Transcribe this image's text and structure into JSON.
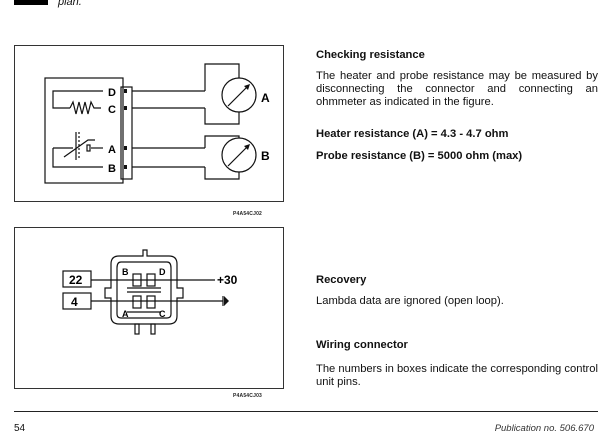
{
  "header": {
    "continued_text": "plan."
  },
  "figures": [
    {
      "code": "P4A54CJ02",
      "pin_labels": [
        "D",
        "C",
        "A",
        "B"
      ],
      "meter_labels": [
        "A",
        "B"
      ]
    },
    {
      "code": "P4A54CJ03",
      "box_labels": [
        "22",
        "4"
      ],
      "pin_labels": [
        "B",
        "D",
        "A",
        "C"
      ],
      "supply_label": "+30"
    }
  ],
  "sections": {
    "checking": {
      "title": "Checking resistance",
      "body": "The heater and probe resistance may be measured by disconnecting the connector and connecting an ohmmeter as indicated in the figure.",
      "heater": "Heater resistance (A) = 4.3 - 4.7 ohm",
      "probe": "Probe resistance (B) = 5000 ohm (max)"
    },
    "recovery": {
      "title": "Recovery",
      "body": "Lambda data are ignored (open loop)."
    },
    "wiring": {
      "title": "Wiring connector",
      "body": "The numbers in boxes indicate the corresponding control unit pins."
    }
  },
  "footer": {
    "page_number": "54",
    "publication": "Publication no. 506.670"
  }
}
